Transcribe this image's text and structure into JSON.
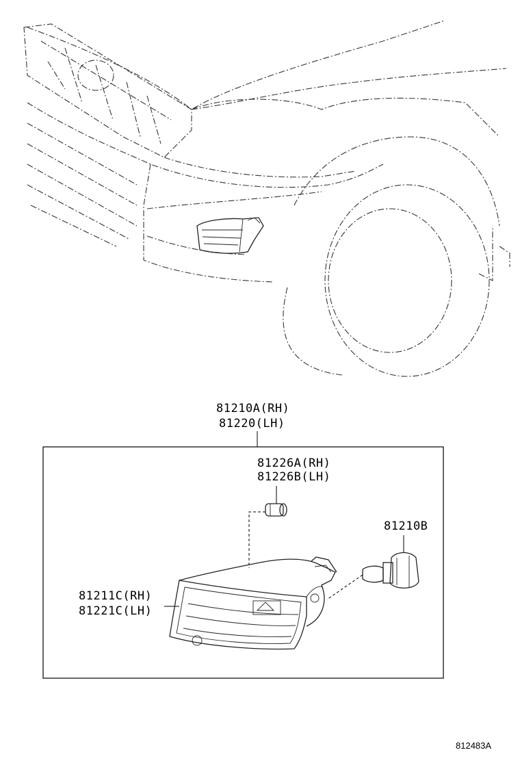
{
  "assembly": {
    "part_rh": "81210A(RH)",
    "part_lh": "81220(LH)"
  },
  "callouts": {
    "socket_rh": "81226A(RH)",
    "socket_lh": "81226B(LH)",
    "bulb": "81210B",
    "lens_rh": "81211C(RH)",
    "lens_lh": "81221C(LH)"
  },
  "illustration_code": "812483A"
}
